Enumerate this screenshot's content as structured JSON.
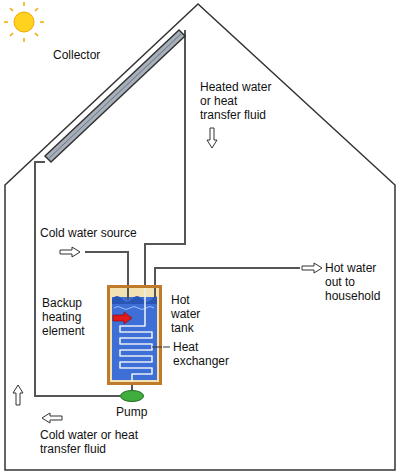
{
  "diagram": {
    "nodes": [
      {
        "text": [
          "Collector"
        ]
      },
      {
        "text": [
          "Hot water tank"
        ]
      },
      {
        "text": [
          "Pump"
        ]
      }
    ],
    "edges": [
      {
        "from": 0,
        "to": 1,
        "arrow": "none"
      },
      {
        "from": 1,
        "to": 2,
        "arrow": "none"
      },
      {
        "from": 2,
        "to": 0,
        "arrow": "none"
      }
    ],
    "labels": [
      "Heated water or heat transfer fluid",
      "Cold water source",
      "Backup heating element",
      "Hot water out to household",
      "Heat exchanger",
      "Cold water or heat transfer fluid"
    ]
  }
}
